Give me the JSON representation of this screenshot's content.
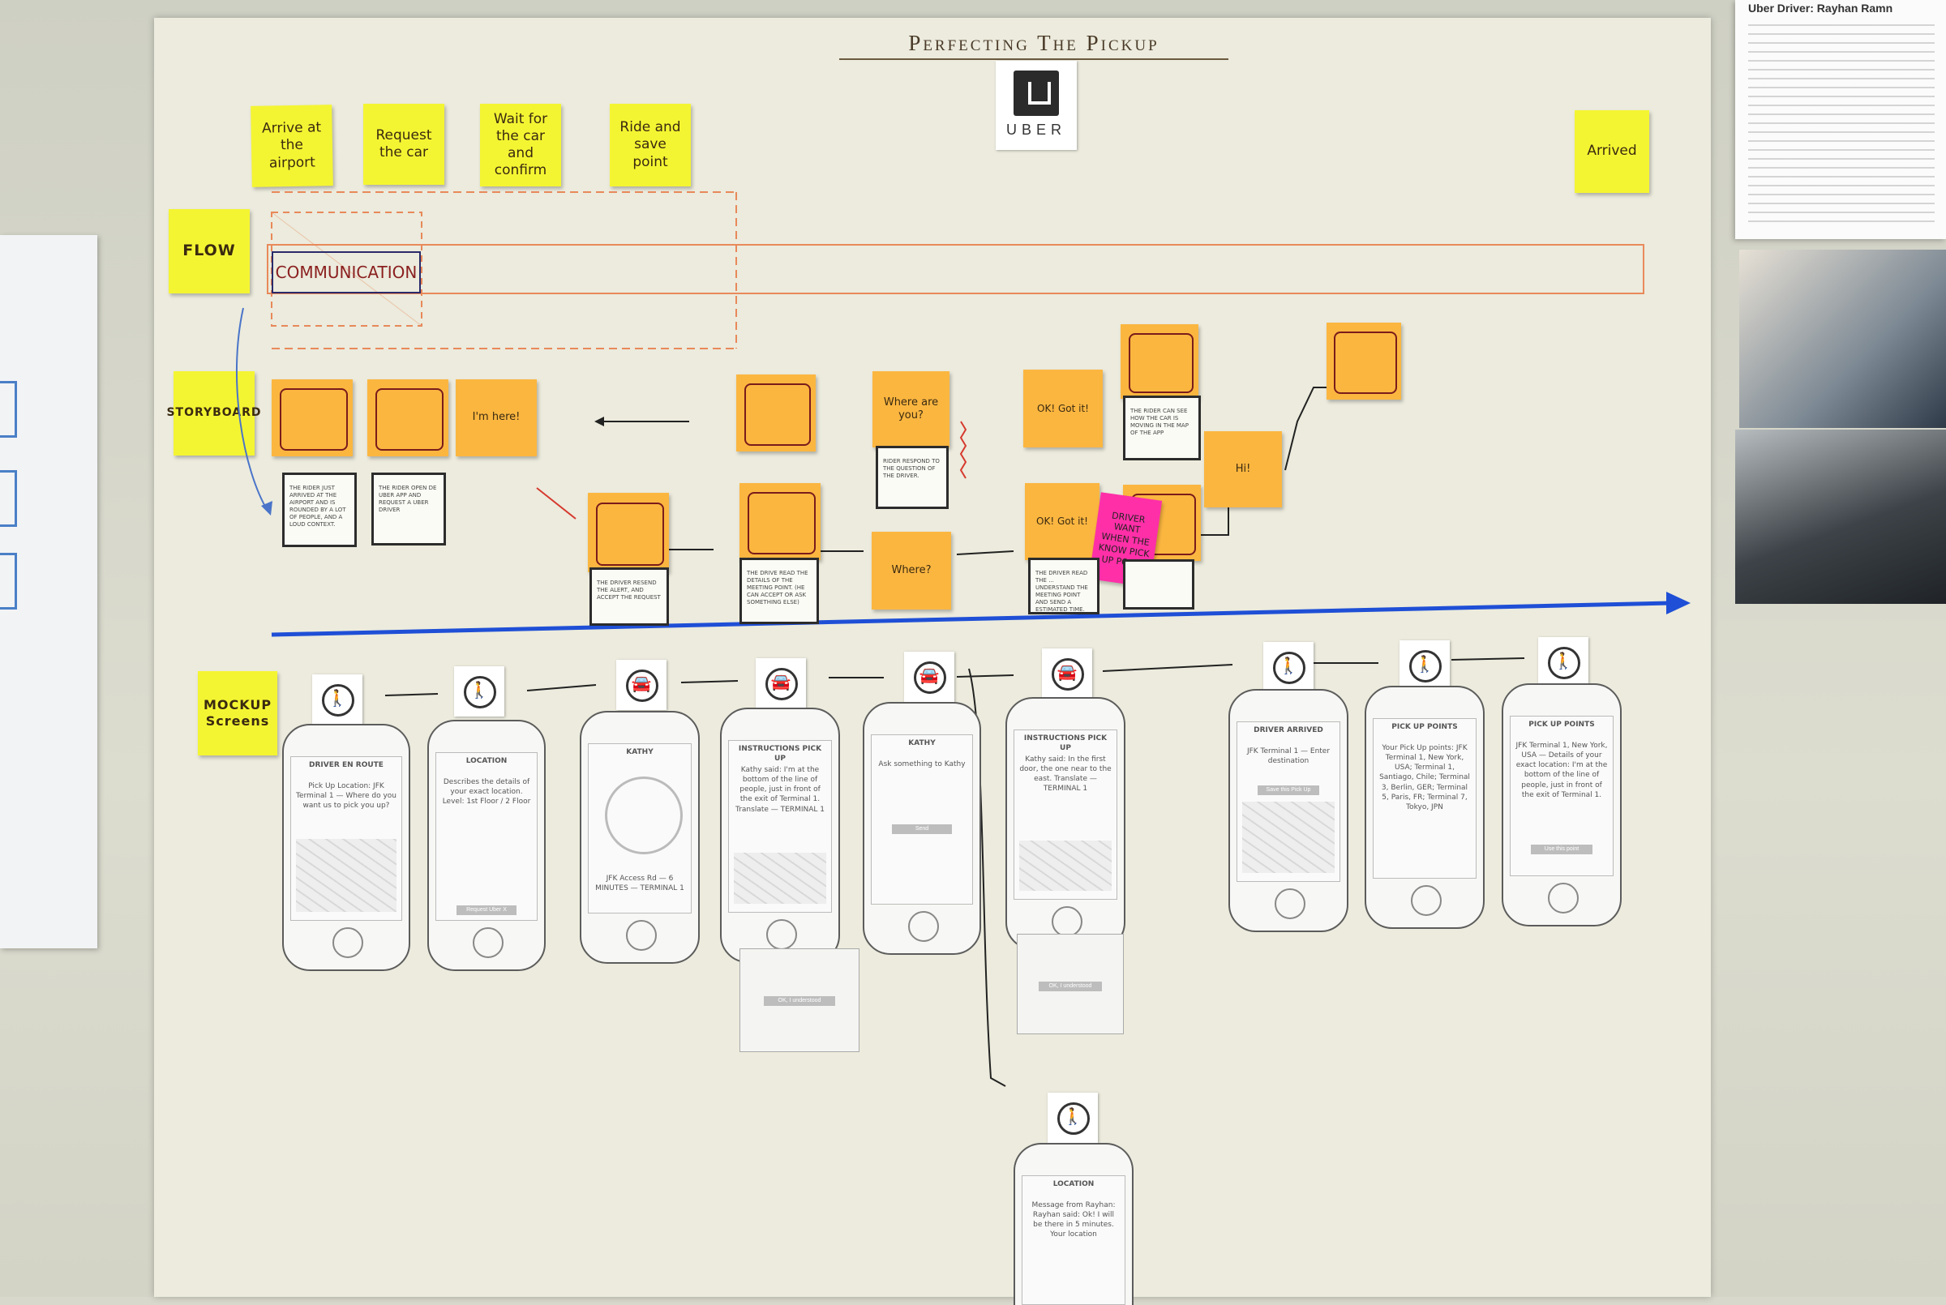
{
  "poster": {
    "title": "Perfecting The Pickup",
    "logo_text": "UBER"
  },
  "stages": [
    {
      "label": "Arrive at the airport"
    },
    {
      "label": "Request the car"
    },
    {
      "label": "Wait for the car and confirm"
    },
    {
      "label": "Ride and save point"
    },
    {
      "label": "Arrived"
    }
  ],
  "rows": {
    "flow": "FLOW",
    "communication": "COMMUNICATION",
    "storyboard": "STORYBOARD",
    "mockups": "MOCKUP Screens"
  },
  "pink_note": "DRIVER WANT WHEN THE KNOW PICK UP POINT",
  "storyboard_notes": [
    {
      "text": "Where are you?"
    },
    {
      "text": "Where?"
    },
    {
      "text": "OK! Got it!"
    },
    {
      "text": "OK! Got it!"
    },
    {
      "text": "Hi!"
    },
    {
      "text": "I'm here!"
    }
  ],
  "story_cards": [
    {
      "text": "THE RIDER JUST ARRIVED AT THE AIRPORT AND IS ROUNDED BY A LOT OF PEOPLE, AND A LOUD CONTEXT."
    },
    {
      "text": "THE RIDER OPEN DE UBER APP AND REQUEST A UBER DRIVER"
    },
    {
      "text": "THE DRIVER RESEND THE ALERT, AND ACCEPT THE REQUEST"
    },
    {
      "text": "THE DRIVE READ THE DETAILS OF THE MEETING POINT. (HE CAN ACCEPT OR ASK SOMETHING ELSE)"
    },
    {
      "text": "RIDER RESPOND TO THE QUESTION OF THE DRIVER."
    },
    {
      "text": "THE DRIVER READ THE ... UNDERSTAND THE MEETING POINT AND SEND A ESTIMATED TIME."
    },
    {
      "text": "THE RIDER CAN SEE HOW THE CAR IS MOVING IN THE MAP OF THE APP"
    }
  ],
  "mockups": [
    {
      "title": "DRIVER EN ROUTE",
      "body": "Pick Up Location: JFK Terminal 1 — Where do you want us to pick you up?",
      "button": ""
    },
    {
      "title": "LOCATION",
      "body": "Describes the details of your exact location. Level: 1st Floor / 2 Floor",
      "button": "Request Uber X"
    },
    {
      "title": "KATHY",
      "body": "JFK Access Rd — 6 MINUTES — TERMINAL 1",
      "button": ""
    },
    {
      "title": "INSTRUCTIONS PICK UP",
      "body": "Kathy said: I'm at the bottom of the line of people, just in front of the exit of Terminal 1. Translate — TERMINAL 1",
      "button": "OK, I understood"
    },
    {
      "title": "KATHY",
      "body": "Ask something to Kathy",
      "button": "Send"
    },
    {
      "title": "INSTRUCTIONS PICK UP",
      "body": "Kathy said: In the first door, the one near to the east. Translate — TERMINAL 1",
      "button": "OK, I understood"
    },
    {
      "title": "DRIVER ARRIVED",
      "body": "JFK Terminal 1 — Enter destination",
      "button": "Save this Pick Up"
    },
    {
      "title": "PICK UP POINTS",
      "body": "Your Pick Up points: JFK Terminal 1, New York, USA; Terminal 1, Santiago, Chile; Terminal 3, Berlin, GER; Terminal 5, Paris, FR; Terminal 7, Tokyo, JPN",
      "button": ""
    },
    {
      "title": "PICK UP POINTS",
      "body": "JFK Terminal 1, New York, USA — Details of your exact location: I'm at the bottom of the line of people, just in front of the exit of Terminal 1.",
      "button": "Use this point"
    },
    {
      "title": "LOCATION",
      "body": "Message from Rayhan: Rayhan said: Ok! I will be there in 5 minutes. Your location",
      "button": ""
    }
  ],
  "mock_icons": [
    {
      "icon": "walking-person-icon",
      "glyph": "🚶"
    },
    {
      "icon": "walking-person-icon",
      "glyph": "🚶"
    },
    {
      "icon": "car-icon",
      "glyph": "🚘"
    },
    {
      "icon": "car-icon",
      "glyph": "🚘"
    },
    {
      "icon": "car-icon",
      "glyph": "🚘"
    },
    {
      "icon": "car-icon",
      "glyph": "🚘"
    },
    {
      "icon": "walking-person-icon",
      "glyph": "🚶"
    },
    {
      "icon": "walking-person-icon",
      "glyph": "🚶"
    },
    {
      "icon": "walking-person-icon",
      "glyph": "🚶"
    },
    {
      "icon": "walking-person-icon",
      "glyph": "🚶"
    }
  ],
  "side_doc": {
    "title": "Uber Driver: Rayhan Ramn"
  },
  "colors": {
    "poster": "#ecebdd",
    "yellow_note": "#f4f532",
    "orange_note": "#fbb640",
    "pink_note": "#ff2fa8",
    "timeline_blue": "#1f4fd6",
    "flow_orange": "#e8895a"
  }
}
